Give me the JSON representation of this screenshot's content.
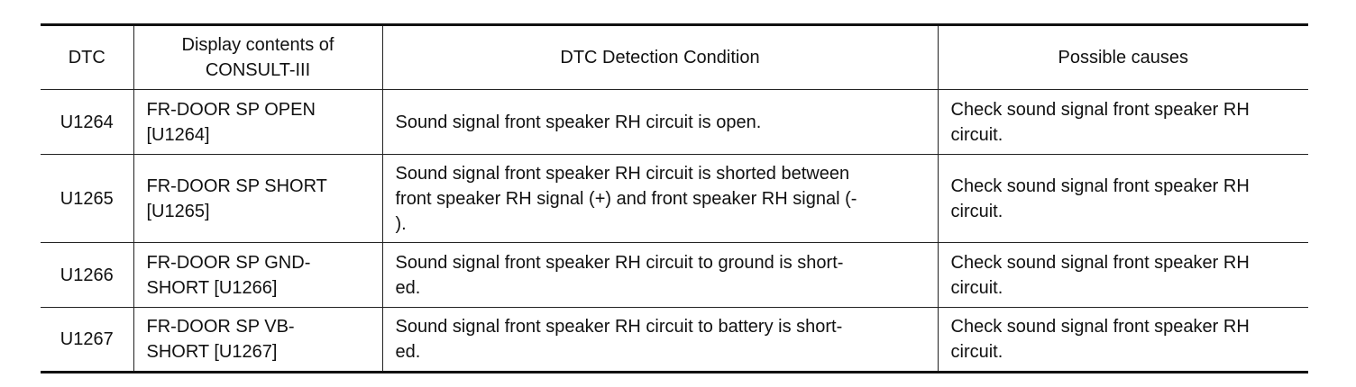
{
  "headers": [
    "DTC",
    "Display contents of\nCONSULT-III",
    "DTC Detection Condition",
    "Possible causes"
  ],
  "rows": [
    {
      "dtc": "U1264",
      "display": "FR-DOOR SP OPEN\n[U1264]",
      "condition": "Sound signal front speaker RH circuit is open.",
      "cause": "Check sound signal front speaker RH\ncircuit."
    },
    {
      "dtc": "U1265",
      "display": "FR-DOOR SP SHORT\n[U1265]",
      "condition": "Sound signal front speaker RH circuit is shorted between\nfront speaker RH signal (+) and front speaker RH signal (-\n).",
      "cause": "Check sound signal front speaker RH\ncircuit."
    },
    {
      "dtc": "U1266",
      "display": "FR-DOOR SP GND-\nSHORT [U1266]",
      "condition": "Sound signal front speaker RH circuit to ground is short-\ned.",
      "cause": "Check sound signal front speaker RH\ncircuit."
    },
    {
      "dtc": "U1267",
      "display": "FR-DOOR SP VB-\nSHORT [U1267]",
      "condition": "Sound signal front speaker RH circuit to battery is short-\ned.",
      "cause": "Check sound signal front speaker RH\ncircuit."
    }
  ]
}
